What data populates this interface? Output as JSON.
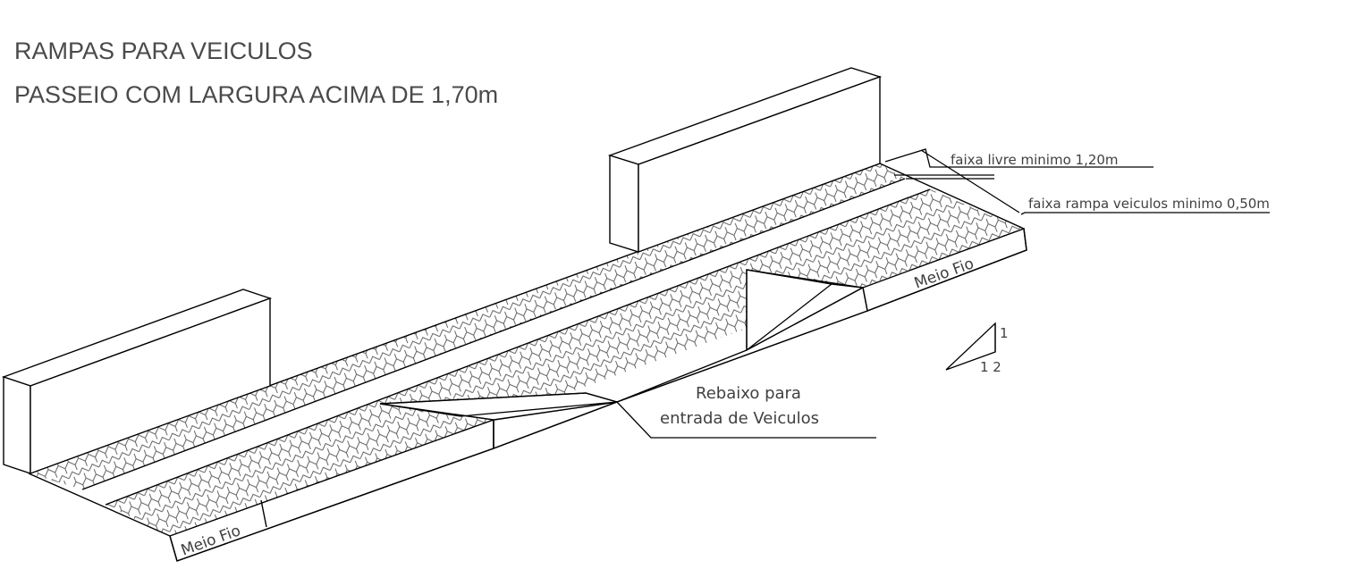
{
  "title": {
    "line1": "RAMPAS PARA VEICULOS",
    "line2": "PASSEIO  COM LARGURA  ACIMA DE  1,70m"
  },
  "labels": {
    "faixa_livre": "faixa livre minimo 1,20m",
    "faixa_rampa": "faixa rampa veiculos  minimo 0,50m",
    "meio_fio_right": "Meio Fio",
    "meio_fio_left": "Meio Fio",
    "rebaixo_line1": "Rebaixo para",
    "rebaixo_line2": "entrada de Veiculos",
    "slope_rise": "1",
    "slope_run": "1 2"
  },
  "colors": {
    "line": "#000000",
    "hatch": "#555555",
    "text": "#404040"
  }
}
